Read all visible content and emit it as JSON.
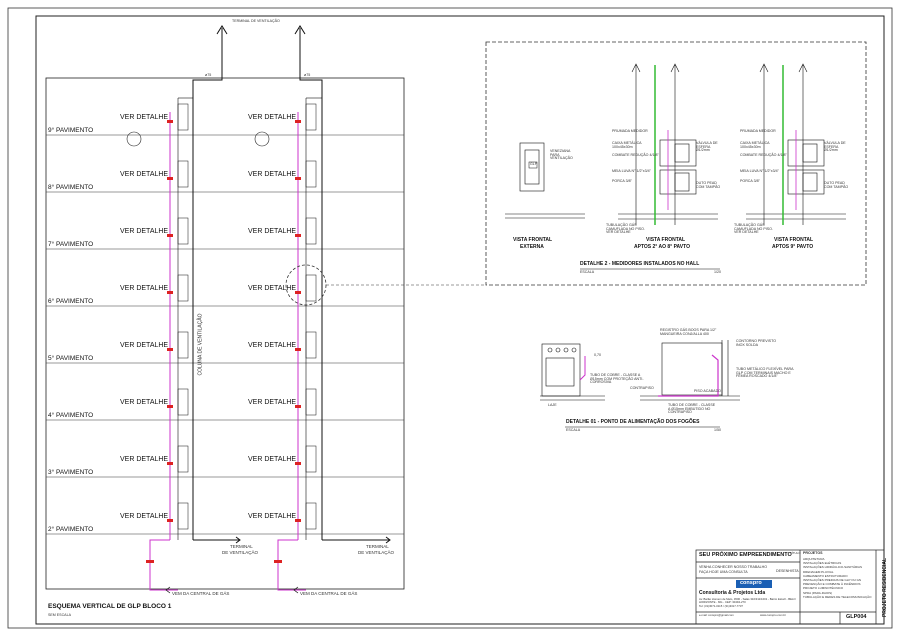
{
  "drawing": {
    "top_label": "TERMINAL DE VENTILAÇÃO",
    "pipe_label": "ø75",
    "see_detail": "VER DETALHE",
    "floors": [
      "9° PAVIMENTO",
      "8° PAVIMENTO",
      "7° PAVIMENTO",
      "6° PAVIMENTO",
      "5° PAVIMENTO",
      "4° PAVIMENTO",
      "3° PAVIMENTO",
      "2° PAVIMENTO"
    ],
    "column_label": "COLUNA DE VENTILAÇÃO",
    "bottom_terminal": [
      "TERMINAL",
      "DE VENTILAÇÃO"
    ],
    "gas_source": "VEM DA CENTRAL DE GÁS",
    "scheme_title": "ESQUEMA VERTICAL DE GLP BLOCO 1",
    "scheme_scale": "SEM ESCALA"
  },
  "detail2": {
    "views": [
      {
        "line1": "VISTA FRONTAL",
        "line2": "EXTERNA"
      },
      {
        "line1": "VISTA FRONTAL",
        "line2": "APTOS 2° AO 8° PAVTO"
      },
      {
        "line1": "VISTA FRONTAL",
        "line2": "APTOS 9° PAVTO"
      }
    ],
    "title": "DETALHE 2 - MEDIDORES INSTALADOS NO HALL",
    "scale_label": "ESCALA",
    "scale_value": "1/20",
    "glp_tag": "GLP",
    "vent_note": "VENEZIANA PARA VENTILAÇÃO",
    "labels_left": [
      "PRUMADA MEDIDOR",
      "CAIXA METÁLICA 100x45x30m",
      "COMBATE REDUÇÃO 4/1/8\"",
      "MEIA LUVA N° 1/2\"x3/4\"",
      "PORCA 3/8\""
    ],
    "labels_right": [
      "VÁLVULA DE ESFERA Ø1/2mm",
      "DUTO PEAD COM TAMPÃO"
    ],
    "labels_bottom": [
      "TUBULAÇÃO GÁS CAMUFLADA NO PISO. VER DETALHE"
    ]
  },
  "detail1": {
    "title": "DETALHE 01 - PONTO DE ALIMENTAÇÃO DOS FOGÕES",
    "scale_label": "ESCALA",
    "scale_value": "1/50",
    "notes": [
      "REGISTRO GÁS BOOS PARA 1/2\" MANGUEIRA CONJ/ALLA 400",
      "CONTORNO PREVISTO INOX SOLDA",
      "TUBO METÁLICO FLEXÍVEL PARA GLP COM TERMINAIS MACHO E FÊMEA ROSCADO 4/1/8\"",
      "TUBO DE COBRE - CLASSE A Ø15mm COM PROTEÇÃO ANTI-CORROSIVA",
      "CONTRAPISO",
      "TUBO DE COBRE - CLASSE A Ø15mm EMBUTIDO NO CONTRAPISO",
      "PISO ACABADO",
      "LAJE"
    ],
    "level_label": "0,70"
  },
  "titleblock": {
    "project": "SEU PRÓXIMO EMPREENDIMENTO",
    "tagline1": "VENHA CONHECER NOSSO TRABALHO",
    "tagline2": "FAÇA HOJE UMA CONSULTA",
    "company_logo": "conspro",
    "company": "Consultoria & Projetos Ltda",
    "address": "Av. Barão Homem de Melo, 4500 - Salas 310/311/1001 - Bairro Estoril - BELO HORIZONTE - MG - CEP: 30494-270",
    "phone": "Tel: (31)3071-0115 / (31)3317-7737",
    "email": "e-mail: conspro@gmail.com",
    "site": "www.conspro.com.br",
    "desenhista_label": "DESENHISTA",
    "projetos_header": "PROJETOS",
    "projetos": [
      "ARQUITETURA",
      "INSTALAÇÕES ELÉTRICAS",
      "INSTALAÇÕES HIDRÁULICO-SANITÁRIAS",
      "DRENAGEM PLUVIAL",
      "CABEAMENTO ESTRUTURADO",
      "INSTALAÇÕES PREDIAIS DE GLP OU GN",
      "PREVENÇÃO E COMBATE À INCÊNDIOS",
      "PROJETO LUMINOTÉCNICO",
      "SPDA (PARA-RAIOS)",
      "TUBULAÇÃO E REDES DE TELECOMUNICAÇÃO"
    ],
    "title_label": "TÍTULO",
    "sheet_code": "GLP004",
    "side_title": "PROJETO RESIDENCIAL"
  },
  "colors": {
    "line": "#111111",
    "gas_pipe": "#cc33cc",
    "ventilation": "#33bb33",
    "valve": "#dd2222",
    "frame": "#222222"
  }
}
